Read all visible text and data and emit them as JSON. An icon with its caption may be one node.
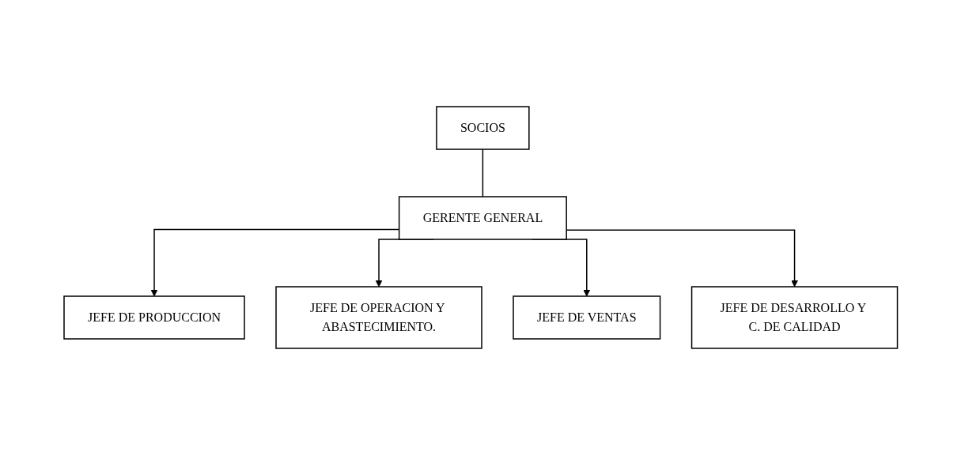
{
  "diagram": {
    "nodes": [
      {
        "text": [
          "SOCIOS"
        ]
      },
      {
        "text": [
          "GERENTE GENERAL"
        ]
      },
      {
        "text": [
          "JEFE DE PRODUCCION"
        ]
      },
      {
        "text": [
          "JEFE DE OPERACION Y ABASTECIMIENTO."
        ]
      },
      {
        "text": [
          "JEFE DE VENTAS"
        ]
      },
      {
        "text": [
          "JEFE DE DESARROLLO Y C. DE CALIDAD"
        ]
      }
    ],
    "edges": [
      {
        "from": 0,
        "to": 1,
        "arrow": "none"
      },
      {
        "from": 1,
        "to": 2,
        "arrow": "to"
      },
      {
        "from": 1,
        "to": 3,
        "arrow": "to"
      },
      {
        "from": 1,
        "to": 4,
        "arrow": "to"
      },
      {
        "from": 1,
        "to": 5,
        "arrow": "to"
      }
    ]
  }
}
